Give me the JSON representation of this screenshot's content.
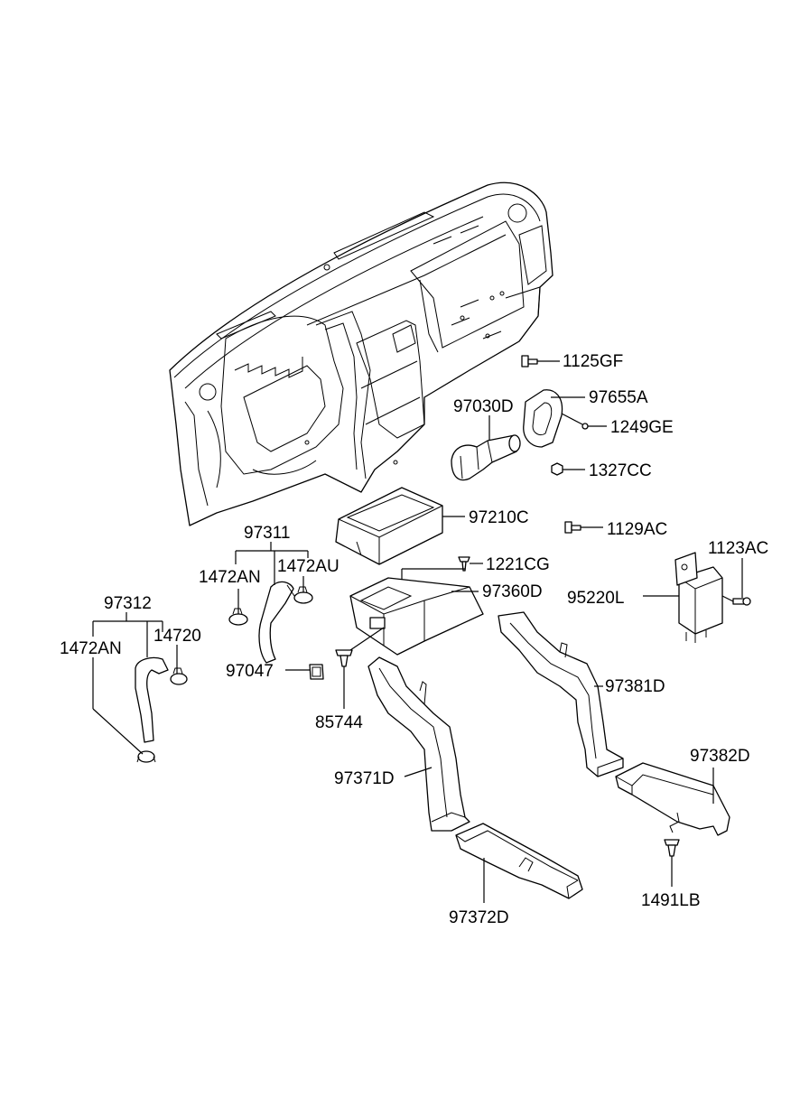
{
  "labels": {
    "p1125GF": "1125GF",
    "p97655A": "97655A",
    "p97030D": "97030D",
    "p1249GE": "1249GE",
    "p1327CC": "1327CC",
    "p97210C": "97210C",
    "p1129AC": "1129AC",
    "p97311": "97311",
    "p1472AN_a": "1472AN",
    "p1472AU": "1472AU",
    "p1221CG": "1221CG",
    "p1123AC": "1123AC",
    "p97312": "97312",
    "p97360D": "97360D",
    "p95220L": "95220L",
    "p1472AN_b": "1472AN",
    "p14720": "14720",
    "p97047": "97047",
    "p97381D": "97381D",
    "p85744": "85744",
    "p97382D": "97382D",
    "p97371D": "97371D",
    "p1491LB": "1491LB",
    "p97372D": "97372D"
  }
}
